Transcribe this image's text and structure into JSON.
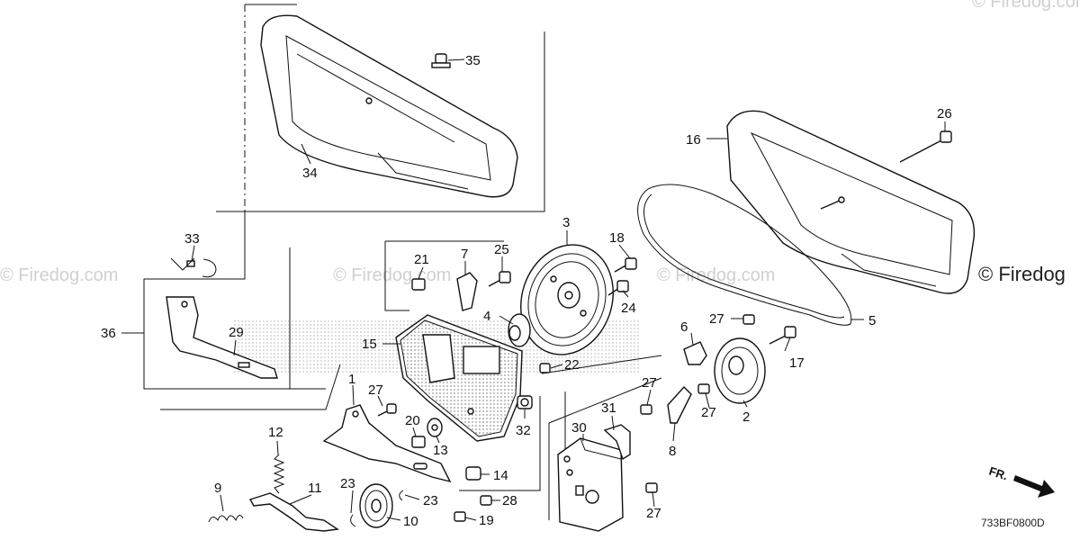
{
  "watermarks": [
    "© Firedog.com",
    "© Firedog.com",
    "© Firedog.com",
    "© Firedog.com"
  ],
  "brand": "© Firedog",
  "diagram_code": "733BF0800D",
  "direction_label": "FR.",
  "callouts": {
    "p1": "1",
    "p2": "2",
    "p3": "3",
    "p4": "4",
    "p5": "5",
    "p6": "6",
    "p7": "7",
    "p8": "8",
    "p9": "9",
    "p10": "10",
    "p11": "11",
    "p12": "12",
    "p13": "13",
    "p14": "14",
    "p15": "15",
    "p16": "16",
    "p17": "17",
    "p18": "18",
    "p19": "19",
    "p20": "20",
    "p21": "21",
    "p22": "22",
    "p23a": "23",
    "p23b": "23",
    "p24": "24",
    "p25": "25",
    "p26": "26",
    "p27a": "27",
    "p27b": "27",
    "p27c": "27",
    "p27d": "27",
    "p27e": "27",
    "p28": "28",
    "p29": "29",
    "p30": "30",
    "p31": "31",
    "p32": "32",
    "p33": "33",
    "p34": "34",
    "p35": "35",
    "p36": "36"
  }
}
